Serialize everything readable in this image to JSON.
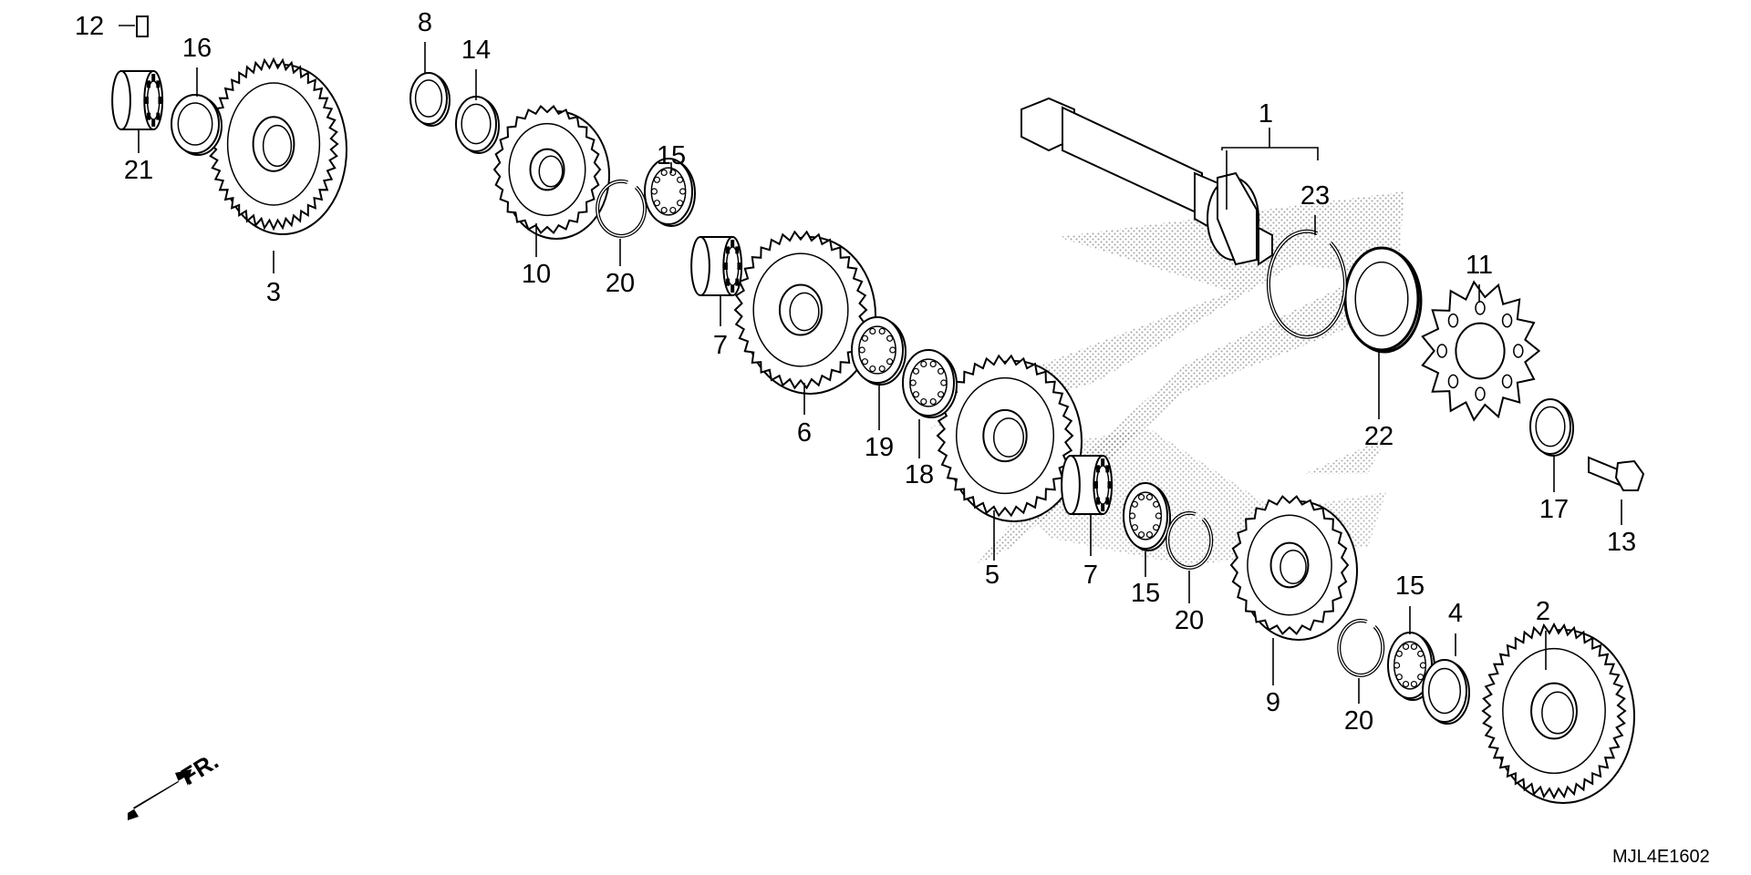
{
  "diagram_code": "MJL4E1602",
  "front_indicator": "FR.",
  "parts": [
    {
      "id": "part-1",
      "number": "1",
      "kind": "shaft"
    },
    {
      "id": "part-2",
      "number": "2",
      "kind": "large-gear"
    },
    {
      "id": "part-3",
      "number": "3",
      "kind": "large-gear"
    },
    {
      "id": "part-4",
      "number": "4",
      "kind": "bushing"
    },
    {
      "id": "part-5",
      "number": "5",
      "kind": "gear"
    },
    {
      "id": "part-6",
      "number": "6",
      "kind": "gear"
    },
    {
      "id": "part-7a",
      "number": "7",
      "kind": "needle-bearing"
    },
    {
      "id": "part-7b",
      "number": "7",
      "kind": "needle-bearing"
    },
    {
      "id": "part-8",
      "number": "8",
      "kind": "bushing"
    },
    {
      "id": "part-9",
      "number": "9",
      "kind": "dog-gear"
    },
    {
      "id": "part-10",
      "number": "10",
      "kind": "dog-gear"
    },
    {
      "id": "part-11",
      "number": "11",
      "kind": "sprocket"
    },
    {
      "id": "part-12",
      "number": "12",
      "kind": "dowel-pin"
    },
    {
      "id": "part-13",
      "number": "13",
      "kind": "bolt"
    },
    {
      "id": "part-14",
      "number": "14",
      "kind": "thrust-washer"
    },
    {
      "id": "part-15a",
      "number": "15",
      "kind": "splined-washer"
    },
    {
      "id": "part-15b",
      "number": "15",
      "kind": "splined-washer"
    },
    {
      "id": "part-15c",
      "number": "15",
      "kind": "splined-washer"
    },
    {
      "id": "part-16",
      "number": "16",
      "kind": "thrust-washer"
    },
    {
      "id": "part-17",
      "number": "17",
      "kind": "washer"
    },
    {
      "id": "part-18",
      "number": "18",
      "kind": "lock-washer"
    },
    {
      "id": "part-19",
      "number": "19",
      "kind": "lock-washer"
    },
    {
      "id": "part-20a",
      "number": "20",
      "kind": "snap-ring"
    },
    {
      "id": "part-20b",
      "number": "20",
      "kind": "snap-ring"
    },
    {
      "id": "part-20c",
      "number": "20",
      "kind": "snap-ring"
    },
    {
      "id": "part-21",
      "number": "21",
      "kind": "needle-bearing"
    },
    {
      "id": "part-22",
      "number": "22",
      "kind": "oil-seal"
    },
    {
      "id": "part-23",
      "number": "23",
      "kind": "snap-ring"
    }
  ]
}
